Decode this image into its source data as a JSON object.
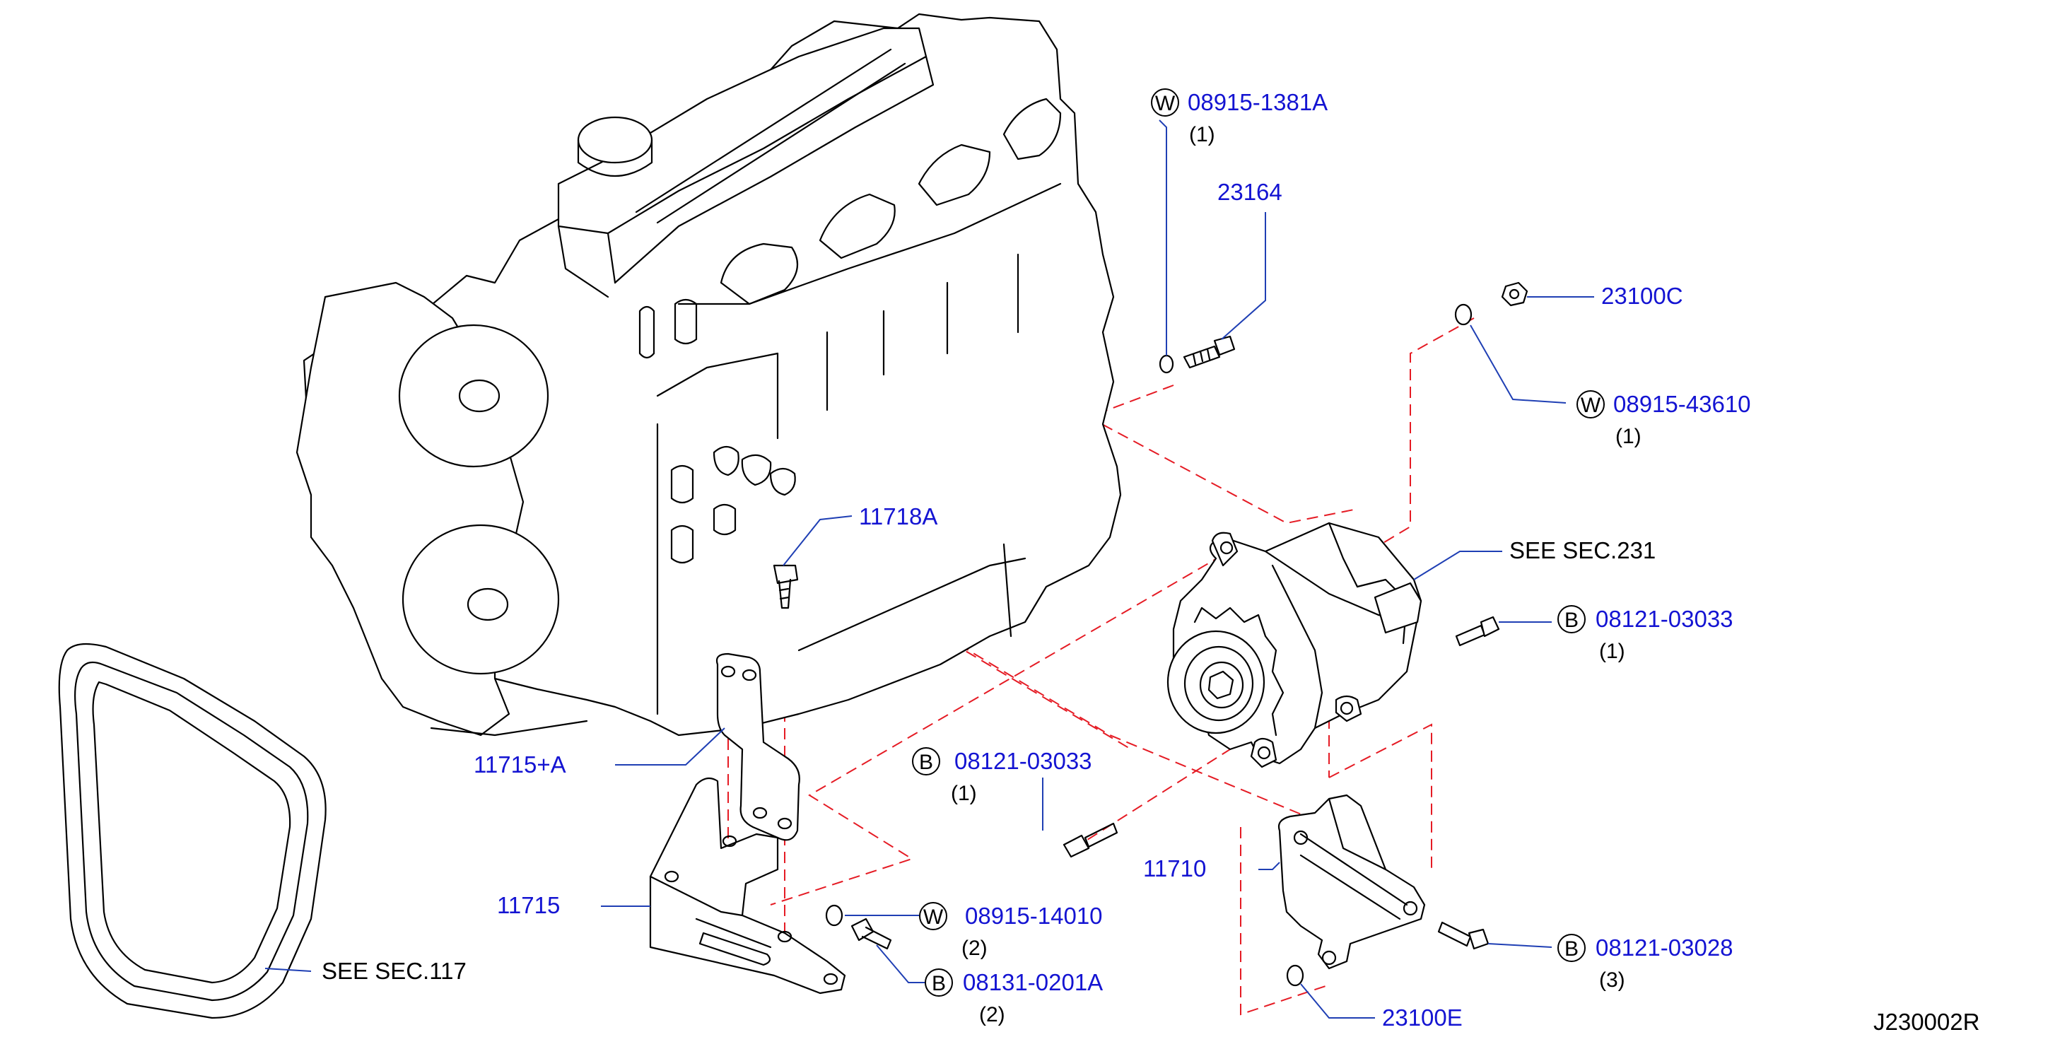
{
  "diagram_code": "J230002R",
  "colors": {
    "part_number": "#1414d2",
    "leader": "#1f3fb4",
    "phantom_line": "#e51b24",
    "drawing": "#000000"
  },
  "labels": {
    "w_08915_1381a": {
      "badge": "W",
      "part": "08915-1381A",
      "qty": "(1)"
    },
    "p_23164": {
      "part": "23164"
    },
    "p_23100c": {
      "part": "23100C"
    },
    "w_08915_43610": {
      "badge": "W",
      "part": "08915-43610",
      "qty": "(1)"
    },
    "see_sec231": {
      "text": "SEE   SEC.231"
    },
    "b_08121_03033_r": {
      "badge": "B",
      "part": "08121-03033",
      "qty": "(1)"
    },
    "p_11718a": {
      "part": "11718A"
    },
    "p_11715a": {
      "part": "11715+A"
    },
    "b_08121_03033_c": {
      "badge": "B",
      "part": "08121-03033",
      "qty": "(1)"
    },
    "p_11710": {
      "part": "11710"
    },
    "p_11715": {
      "part": "11715"
    },
    "w_08915_14010": {
      "badge": "W",
      "part": "08915-14010",
      "qty": "(2)"
    },
    "b_08121_03028": {
      "badge": "B",
      "part": "08121-03028",
      "qty": "(3)"
    },
    "see_sec117": {
      "text": "SEE   SEC.117"
    },
    "b_08131_0201a": {
      "badge": "B",
      "part": "08131-0201A",
      "qty": "(2)"
    },
    "p_23100e": {
      "part": "23100E"
    }
  }
}
